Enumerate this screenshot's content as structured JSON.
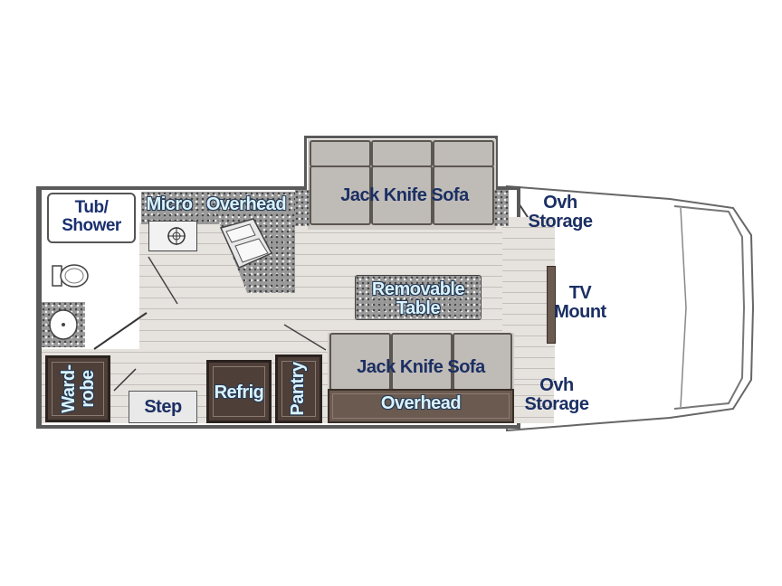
{
  "labels": {
    "tub_shower": "Tub/\nShower",
    "micro": "Micro",
    "overhead_top": "Overhead",
    "jack_knife_sofa_top": "Jack Knife Sofa",
    "ovh_storage_top": "Ovh\nStorage",
    "tv_mount": "TV\nMount",
    "removable_table": "Removable\nTable",
    "jack_knife_sofa_bottom": "Jack Knife Sofa",
    "ovh_storage_bottom": "Ovh\nStorage",
    "overhead_bottom": "Overhead",
    "wardrobe": "Ward-\nrobe",
    "step": "Step",
    "refrig": "Refrig",
    "pantry": "Pantry"
  },
  "colors": {
    "label_navy": "#1a2f6e",
    "label_light": "#d9f3ff",
    "cabinet": "#4e3f38",
    "floor": "#d8d4d0",
    "wall": "#5a5a5a"
  }
}
